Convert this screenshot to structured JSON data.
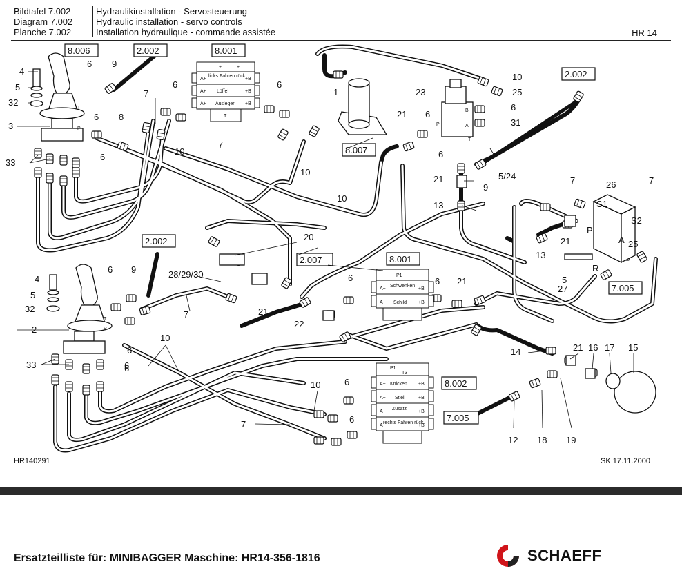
{
  "header": {
    "left_lines": [
      "Bildtafel  7.002",
      "Diagram  7.002",
      "Planche  7.002"
    ],
    "title_lines": [
      "Hydraulikinstallation - Servosteuerung",
      "Hydraulic installation - servo controls",
      "Installation hydraulique - commande assistée"
    ],
    "model": "HR 14"
  },
  "refs": {
    "r1": "8.006",
    "r2": "2.002",
    "r3": "8.001",
    "r4": "2.002",
    "r5": "8.007",
    "r6": "2.002",
    "r7": "2.007",
    "r8": "8.001",
    "r9": "7.005",
    "r10": "8.002",
    "r11": "7.005"
  },
  "parts": {
    "p1": "4",
    "p2": "5",
    "p3": "32",
    "p4": "3",
    "p5": "33",
    "p6": "6",
    "p7": "9",
    "p8": "6",
    "p9": "8",
    "p10": "10",
    "p11": "7",
    "p12": "6",
    "p13": "6",
    "p14": "10",
    "p15": "7",
    "p16": "1",
    "p17": "23",
    "p18": "10",
    "p19": "25",
    "p20": "6",
    "p21": "31",
    "p22": "21",
    "p23": "6",
    "p24": "6",
    "p25": "21",
    "p26": "13",
    "p27": "9",
    "p28": "5/24",
    "p29": "10",
    "p30": "7",
    "p31": "26",
    "p32": "7",
    "p33": "21",
    "p34": "13",
    "p35": "25",
    "p36": "5",
    "p37": "27",
    "p38": "20",
    "p39": "28/29/30",
    "p40": "21",
    "p41": "4",
    "p42": "5",
    "p43": "32",
    "p44": "2",
    "p45": "33",
    "p46": "6",
    "p47": "9",
    "p48": "6",
    "p49": "7",
    "p50": "10",
    "p51": "6",
    "p52": "6",
    "p53": "21",
    "p54": "22",
    "p55": "10",
    "p56": "6",
    "p57": "7",
    "p58": "6",
    "p59": "14",
    "p60": "21",
    "p61": "16",
    "p62": "17",
    "p63": "15",
    "p64": "12",
    "p65": "18",
    "p66": "19",
    "p67": "6",
    "p68": "S1",
    "p69": "S2",
    "p70": "P",
    "p71": "A",
    "p72": "R",
    "p73": "6",
    "p74": "6"
  },
  "valve_blocks": {
    "top": {
      "rows": [
        "links Fahren rück.",
        "Löffel",
        "Ausleger"
      ],
      "t": "T"
    },
    "middle": {
      "p": "P1",
      "rows": [
        "Schwenken",
        "Schild"
      ]
    },
    "bottom": {
      "p": "P1",
      "t": "T3",
      "rows": [
        "Knicken",
        "Stiel",
        "Zusatz",
        "rechts Fahren rück."
      ]
    }
  },
  "port_labels": {
    "a": "A",
    "b": "B",
    "ap": "A+",
    "bp": "+B",
    "p": "P",
    "t": "T"
  },
  "footer": {
    "code": "HR140291",
    "date": "SK 17.11.2000",
    "parts_list": "Ersatzteilliste für: MINIBAGGER Maschine: HR14-356-1816",
    "brand": "SCHAEFF"
  },
  "colors": {
    "line": "#111111",
    "bar": "#2b2b2b",
    "logo_red": "#d0141a"
  }
}
